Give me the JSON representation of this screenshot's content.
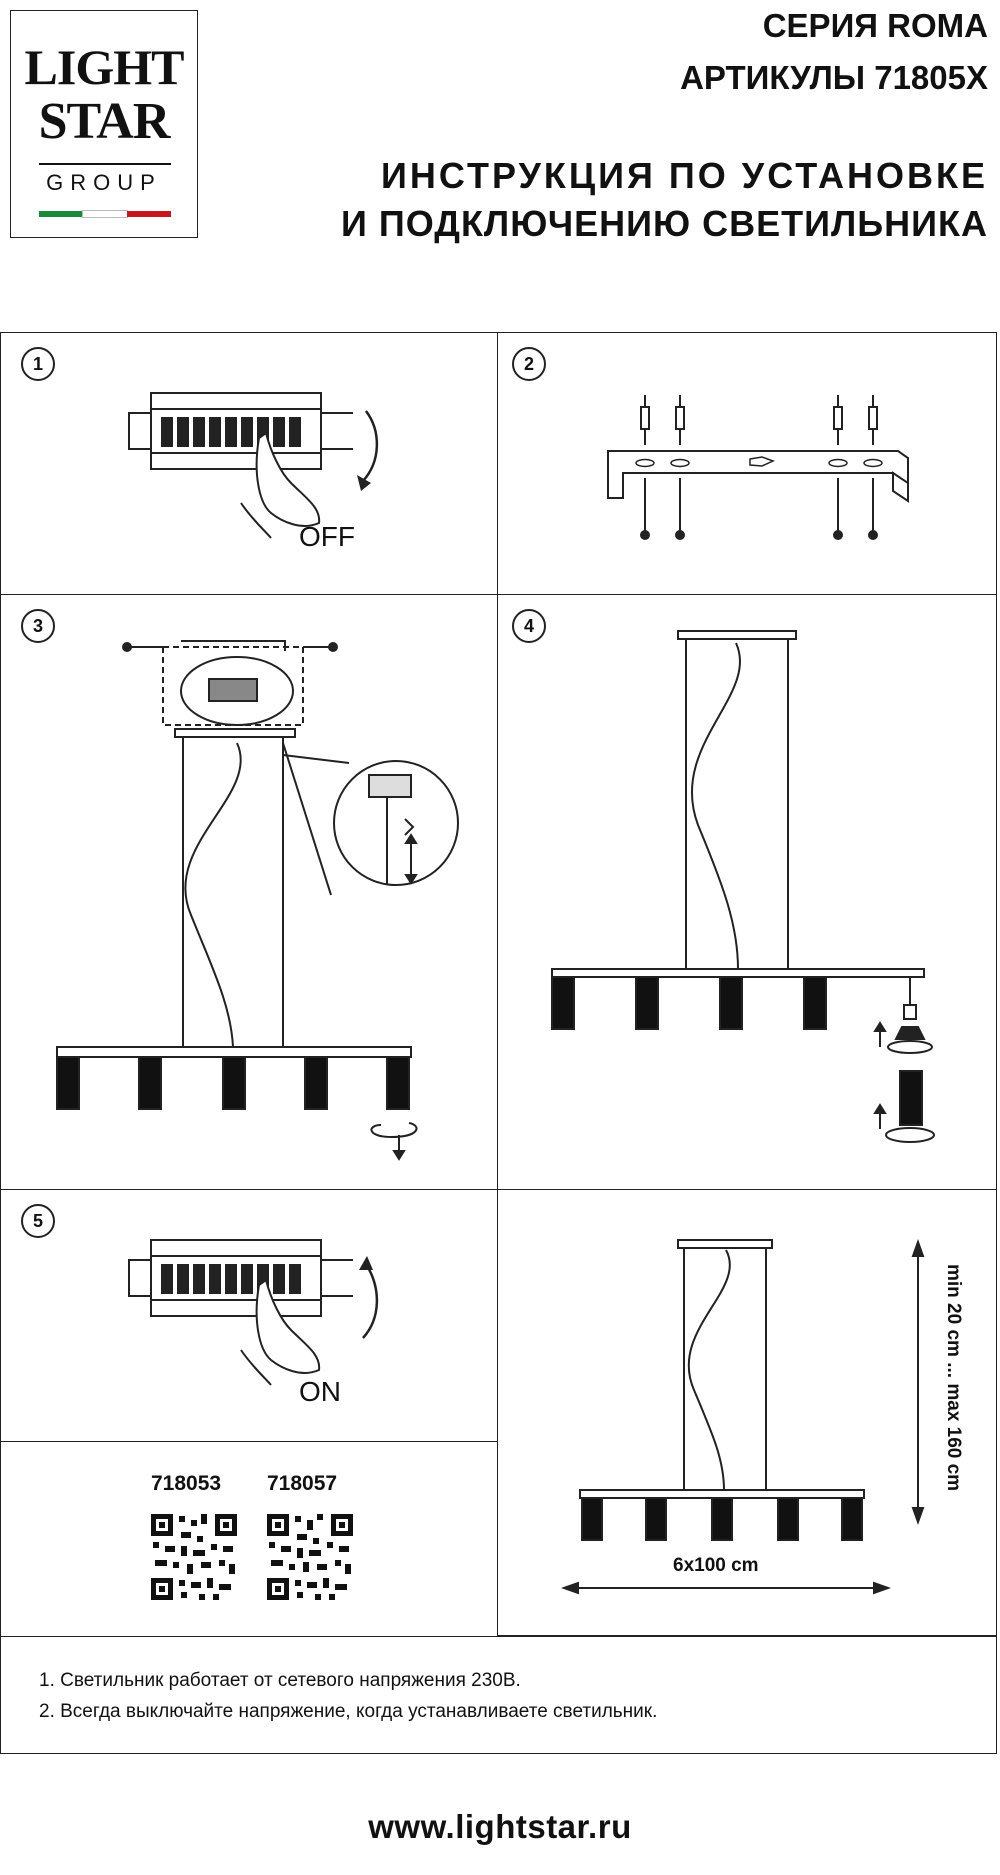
{
  "logo": {
    "word1": "LIGHT",
    "word2": "STAR",
    "word3": "GROUP",
    "flag_colors": [
      "#1a8a3a",
      "#ffffff",
      "#c8161d"
    ]
  },
  "header": {
    "series": "СЕРИЯ ROMA",
    "articles": "АРТИКУЛЫ 71805X",
    "title_line1": "ИНСТРУКЦИЯ ПО УСТАНОВКЕ",
    "title_line2": "И ПОДКЛЮЧЕНИЮ СВЕТИЛЬНИКА"
  },
  "steps": {
    "step1": {
      "number": "1",
      "switch_label": "OFF"
    },
    "step2": {
      "number": "2"
    },
    "step3": {
      "number": "3"
    },
    "step4": {
      "number": "4"
    },
    "step5": {
      "number": "5",
      "switch_label": "ON"
    }
  },
  "dimensions": {
    "height_range": "min 20 cm ... max 160 cm",
    "width": "6x100 cm"
  },
  "qr_codes": {
    "code1": "718053",
    "code2": "718057"
  },
  "notes": {
    "note1": "1. Светильник работает от сетевого напряжения 230В.",
    "note2": "2. Всегда выключайте напряжение, когда устанавливаете светильник."
  },
  "website": "www.lightstar.ru"
}
